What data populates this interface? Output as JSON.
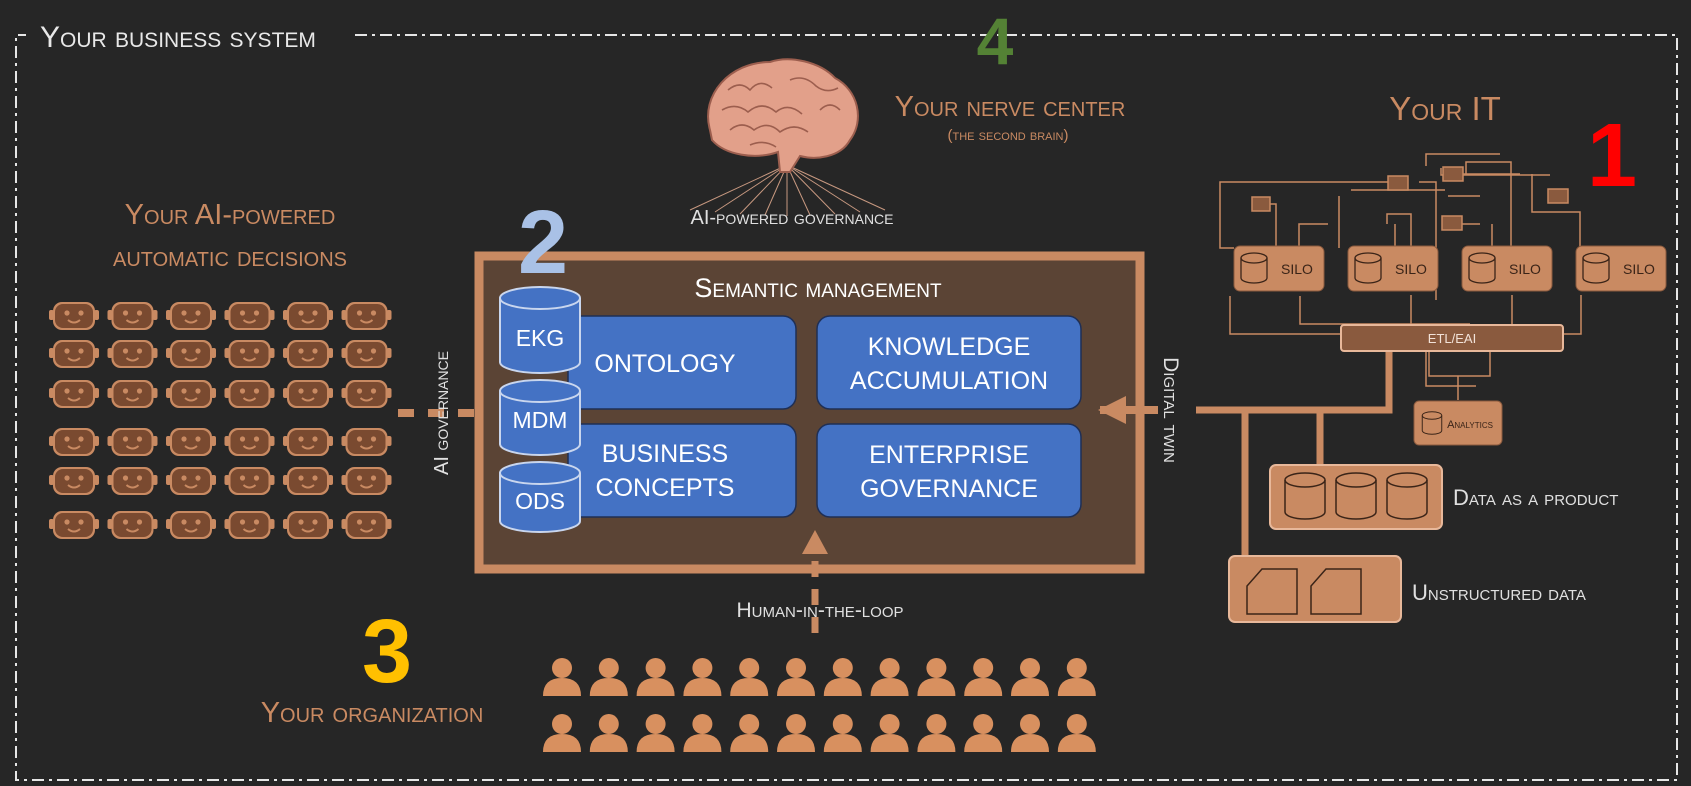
{
  "frame": {
    "title": "Your business system"
  },
  "numbers": {
    "n1": "1",
    "n2": "2",
    "n3": "3",
    "n4": "4"
  },
  "nerve": {
    "title": "Your nerve center",
    "subtitle": "(the second brain)",
    "governance": "AI-powered governance"
  },
  "ai_decisions": {
    "line1": "Your AI-powered",
    "line2": "automatic decisions",
    "governance_label": "AI governance"
  },
  "semantic": {
    "title": "Semantic management",
    "stores": [
      "EKG",
      "MDM",
      "ODS"
    ],
    "ontology": "ONTOLOGY",
    "knowledge": [
      "KNOWLEDGE",
      "ACCUMULATION"
    ],
    "business": [
      "BUSINESS",
      "CONCEPTS"
    ],
    "enterprise": [
      "ENTERPRISE",
      "GOVERNANCE"
    ]
  },
  "it": {
    "title": "Your IT",
    "silos": [
      "SILO",
      "SILO",
      "SILO",
      "SILO"
    ],
    "etl": "ETL/EAI",
    "analytics": "Analytics",
    "digital_twin": "Digital twin",
    "data_product": "Data as a product",
    "unstructured": "Unstructured data"
  },
  "org": {
    "title": "Your organization",
    "hitl": "Human-in-the-loop"
  },
  "colors": {
    "background": "#262626",
    "copper": "#C98A62",
    "box_fill": "#5B4435",
    "blue": "#4472C4",
    "blue_light": "#A9C1E6",
    "green": "#548235",
    "red": "#FF0000",
    "yellow": "#FFC000"
  },
  "icons": {
    "brain": "brain-icon",
    "robot": "robot-icon",
    "person": "person-icon",
    "database": "database-icon",
    "document": "document-icon"
  }
}
